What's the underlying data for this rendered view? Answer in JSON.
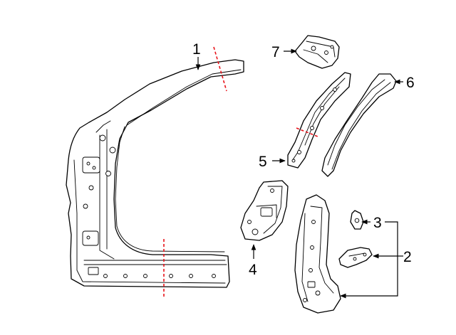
{
  "callouts": [
    {
      "id": "1",
      "label": "1"
    },
    {
      "id": "2",
      "label": "2"
    },
    {
      "id": "3",
      "label": "3"
    },
    {
      "id": "4",
      "label": "4"
    },
    {
      "id": "5",
      "label": "5"
    },
    {
      "id": "6",
      "label": "6"
    },
    {
      "id": "7",
      "label": "7"
    }
  ],
  "colors": {
    "line": "#000000",
    "cut_line": "#e8141b",
    "background": "#ffffff"
  }
}
